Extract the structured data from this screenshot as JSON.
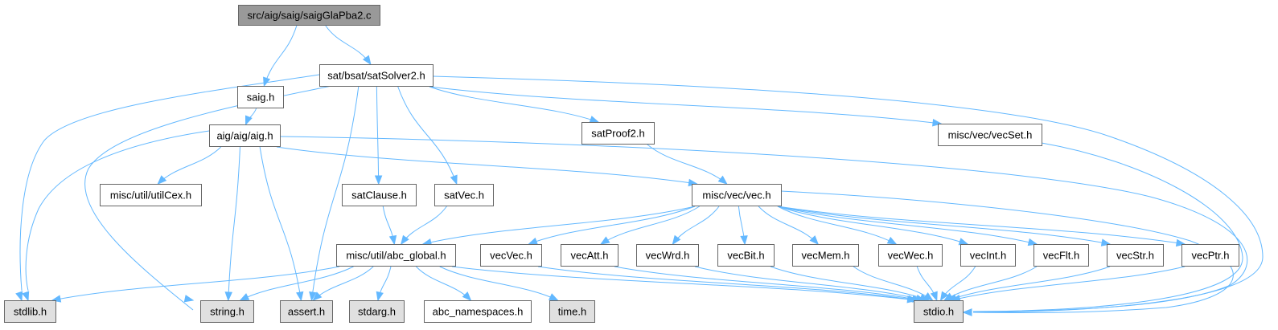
{
  "diagram": {
    "type": "include-dependency-graph",
    "colors": {
      "edge": "#63b8ff",
      "root_fill": "#999999",
      "normal_fill": "#ffffff",
      "system_fill": "#e0e0e0",
      "border": "#666666"
    },
    "nodes": [
      {
        "id": "root",
        "label": "src/aig/saig/saigGlaPba2.c",
        "kind": "root"
      },
      {
        "id": "saig",
        "label": "saig.h",
        "kind": "normal"
      },
      {
        "id": "satSolver2",
        "label": "sat/bsat/satSolver2.h",
        "kind": "normal"
      },
      {
        "id": "aig",
        "label": "aig/aig/aig.h",
        "kind": "normal"
      },
      {
        "id": "satProof2",
        "label": "satProof2.h",
        "kind": "normal"
      },
      {
        "id": "vecSet",
        "label": "misc/vec/vecSet.h",
        "kind": "normal"
      },
      {
        "id": "utilCex",
        "label": "misc/util/utilCex.h",
        "kind": "normal"
      },
      {
        "id": "satClause",
        "label": "satClause.h",
        "kind": "normal"
      },
      {
        "id": "satVec",
        "label": "satVec.h",
        "kind": "normal"
      },
      {
        "id": "vec",
        "label": "misc/vec/vec.h",
        "kind": "normal"
      },
      {
        "id": "abc_global",
        "label": "misc/util/abc_global.h",
        "kind": "normal"
      },
      {
        "id": "vecVec",
        "label": "vecVec.h",
        "kind": "normal"
      },
      {
        "id": "vecAtt",
        "label": "vecAtt.h",
        "kind": "normal"
      },
      {
        "id": "vecWrd",
        "label": "vecWrd.h",
        "kind": "normal"
      },
      {
        "id": "vecBit",
        "label": "vecBit.h",
        "kind": "normal"
      },
      {
        "id": "vecMem",
        "label": "vecMem.h",
        "kind": "normal"
      },
      {
        "id": "vecWec",
        "label": "vecWec.h",
        "kind": "normal"
      },
      {
        "id": "vecInt",
        "label": "vecInt.h",
        "kind": "normal"
      },
      {
        "id": "vecFlt",
        "label": "vecFlt.h",
        "kind": "normal"
      },
      {
        "id": "vecStr",
        "label": "vecStr.h",
        "kind": "normal"
      },
      {
        "id": "vecPtr",
        "label": "vecPtr.h",
        "kind": "normal"
      },
      {
        "id": "stdlib",
        "label": "stdlib.h",
        "kind": "system"
      },
      {
        "id": "string",
        "label": "string.h",
        "kind": "system"
      },
      {
        "id": "assert",
        "label": "assert.h",
        "kind": "system"
      },
      {
        "id": "stdarg",
        "label": "stdarg.h",
        "kind": "system"
      },
      {
        "id": "abc_namespaces",
        "label": "abc_namespaces.h",
        "kind": "normal"
      },
      {
        "id": "time",
        "label": "time.h",
        "kind": "system"
      },
      {
        "id": "stdio",
        "label": "stdio.h",
        "kind": "system"
      }
    ],
    "edges": [
      [
        "root",
        "saig"
      ],
      [
        "root",
        "satSolver2"
      ],
      [
        "saig",
        "aig"
      ],
      [
        "satSolver2",
        "stdlib"
      ],
      [
        "satSolver2",
        "string"
      ],
      [
        "satSolver2",
        "assert"
      ],
      [
        "satSolver2",
        "satClause"
      ],
      [
        "satSolver2",
        "satVec"
      ],
      [
        "satSolver2",
        "satProof2"
      ],
      [
        "satSolver2",
        "vecSet"
      ],
      [
        "satSolver2",
        "stdio"
      ],
      [
        "aig",
        "stdlib"
      ],
      [
        "aig",
        "string"
      ],
      [
        "aig",
        "assert"
      ],
      [
        "aig",
        "utilCex"
      ],
      [
        "aig",
        "vec"
      ],
      [
        "aig",
        "stdio"
      ],
      [
        "satProof2",
        "vec"
      ],
      [
        "vecSet",
        "stdio"
      ],
      [
        "satClause",
        "abc_global"
      ],
      [
        "satVec",
        "abc_global"
      ],
      [
        "vec",
        "abc_global"
      ],
      [
        "vec",
        "vecVec"
      ],
      [
        "vec",
        "vecAtt"
      ],
      [
        "vec",
        "vecWrd"
      ],
      [
        "vec",
        "vecBit"
      ],
      [
        "vec",
        "vecMem"
      ],
      [
        "vec",
        "vecWec"
      ],
      [
        "vec",
        "vecInt"
      ],
      [
        "vec",
        "vecFlt"
      ],
      [
        "vec",
        "vecStr"
      ],
      [
        "vec",
        "vecPtr"
      ],
      [
        "vec",
        "stdio"
      ],
      [
        "abc_global",
        "stdlib"
      ],
      [
        "abc_global",
        "string"
      ],
      [
        "abc_global",
        "assert"
      ],
      [
        "abc_global",
        "stdarg"
      ],
      [
        "abc_global",
        "abc_namespaces"
      ],
      [
        "abc_global",
        "time"
      ],
      [
        "abc_global",
        "stdio"
      ],
      [
        "vecVec",
        "stdio"
      ],
      [
        "vecAtt",
        "stdio"
      ],
      [
        "vecWrd",
        "stdio"
      ],
      [
        "vecBit",
        "stdio"
      ],
      [
        "vecMem",
        "stdio"
      ],
      [
        "vecWec",
        "stdio"
      ],
      [
        "vecInt",
        "stdio"
      ],
      [
        "vecFlt",
        "stdio"
      ],
      [
        "vecStr",
        "stdio"
      ],
      [
        "vecPtr",
        "stdio"
      ]
    ]
  }
}
